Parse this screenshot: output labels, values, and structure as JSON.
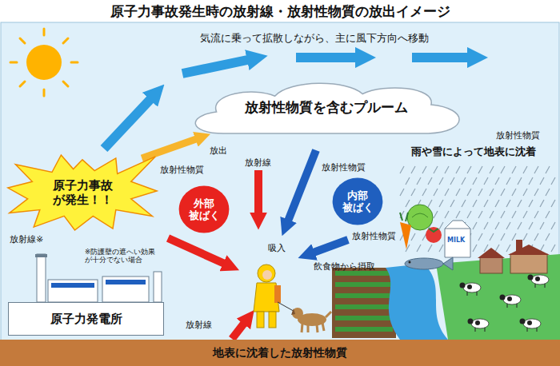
{
  "diagram": {
    "title": "原子力事故発生時の放射線・放射性物質の放出イメージ",
    "nodes": [
      {
        "text": [
          "放射性物質を含むプルーム"
        ]
      },
      {
        "text": [
          "原子力事故 が発生！！"
        ]
      },
      {
        "text": [
          "外部 被ばく"
        ]
      },
      {
        "text": [
          "内部 被ばく"
        ]
      },
      {
        "text": [
          "原子力発電所"
        ]
      },
      {
        "text": [
          "地表に沈着した放射性物質"
        ]
      }
    ],
    "edges": [
      {
        "from": 1,
        "to": 0,
        "arrow": "to"
      }
    ],
    "labels": [
      "気流に乗って拡散しながら、主に風下方向へ移動",
      "放出",
      "放射性物質",
      "放射線",
      "放射性物質",
      "放射性物質",
      "雨や雪によって地表に沈着",
      "放射線※",
      "※防護壁の遮へい効果 が十分でない場合",
      "吸入",
      "放射性物質",
      "飲食物から摂取",
      "放射線",
      "MILK"
    ]
  }
}
